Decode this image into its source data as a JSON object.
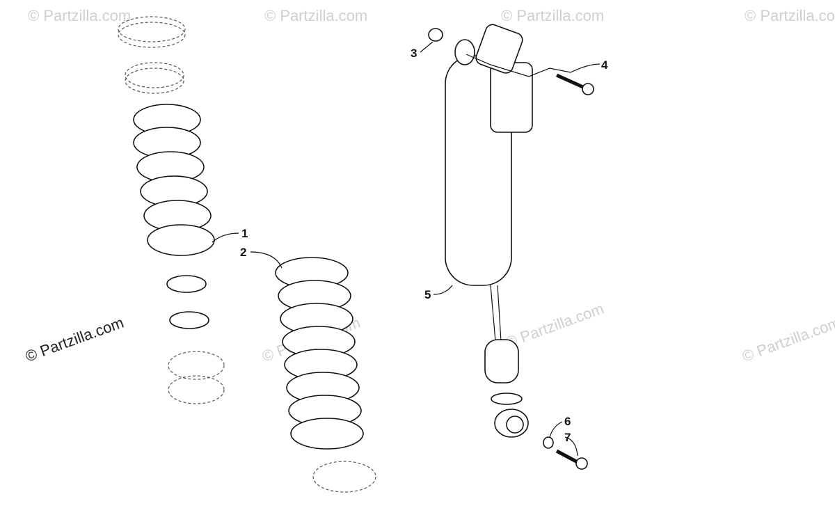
{
  "callouts": [
    {
      "id": "1",
      "label": "1"
    },
    {
      "id": "2",
      "label": "2"
    },
    {
      "id": "3",
      "label": "3"
    },
    {
      "id": "4",
      "label": "4"
    },
    {
      "id": "5",
      "label": "5"
    },
    {
      "id": "6",
      "label": "6"
    },
    {
      "id": "7",
      "label": "7"
    }
  ],
  "watermark": {
    "main": "© Partzilla.com",
    "faint": "© Partzilla.com"
  }
}
